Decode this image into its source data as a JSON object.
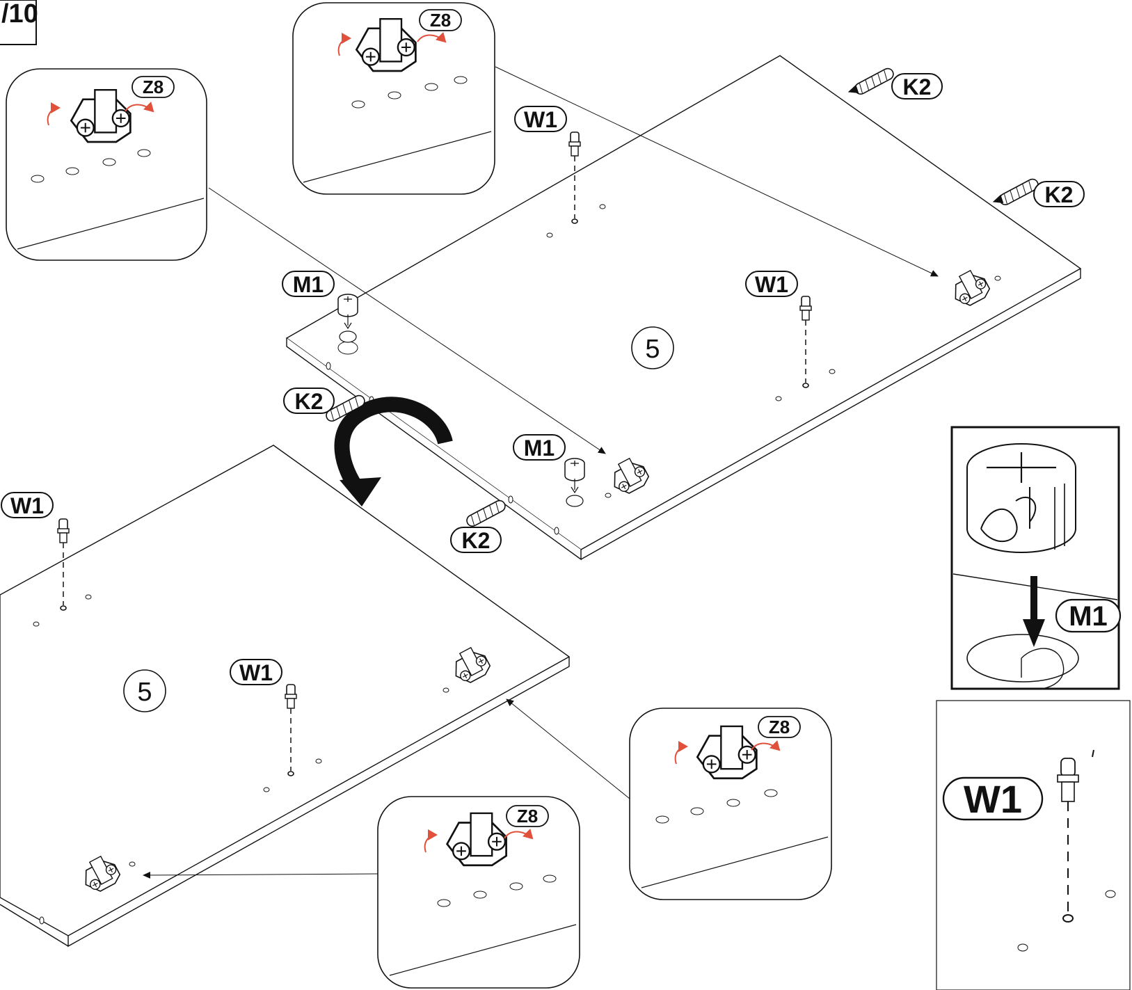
{
  "step_label": "/10",
  "panel_number": "5",
  "parts": {
    "K2": "K2",
    "W1": "W1",
    "M1": "M1",
    "Z8": "Z8"
  },
  "icons": [
    "hinge-plate-icon",
    "cam-lock-icon",
    "dowel-icon",
    "shelf-pin-icon",
    "rotate-arrow-icon"
  ],
  "colors": {
    "line": "#111111",
    "rotate_arrow": "#e0503a"
  }
}
